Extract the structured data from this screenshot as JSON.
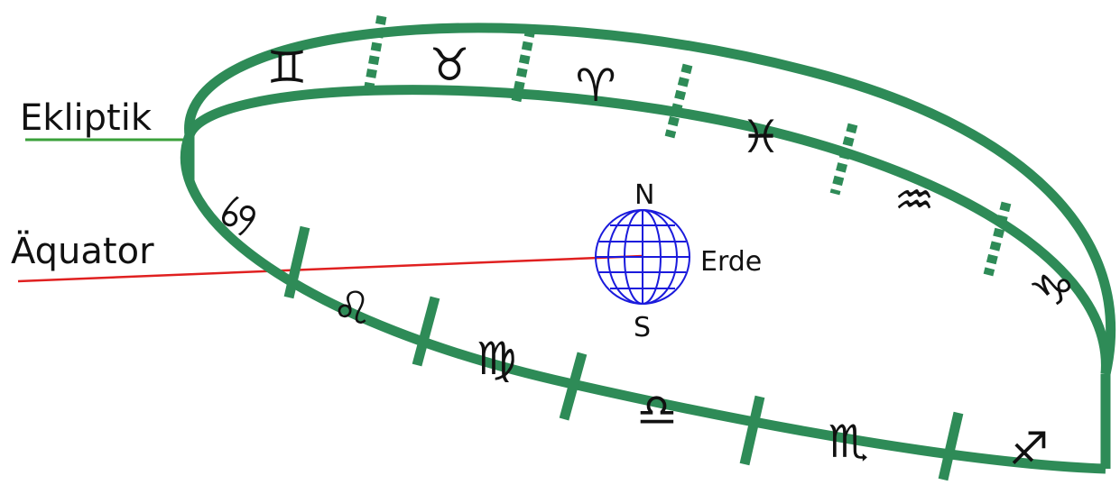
{
  "labels": {
    "ecliptic": "Ekliptik",
    "equator": "Äquator",
    "earth": "Erde",
    "north": "N",
    "south": "S"
  },
  "zodiac_back": [
    "♊",
    "♉",
    "♈",
    "♓",
    "♒",
    "♑"
  ],
  "zodiac_front": [
    "♋",
    "♌",
    "♍",
    "♎",
    "♏",
    "♐"
  ],
  "colors": {
    "band": "#2e8b57",
    "ecliptic_line": "#3aa03a",
    "equator_line": "#e02020",
    "globe": "#1a1adc",
    "text": "#111111"
  }
}
